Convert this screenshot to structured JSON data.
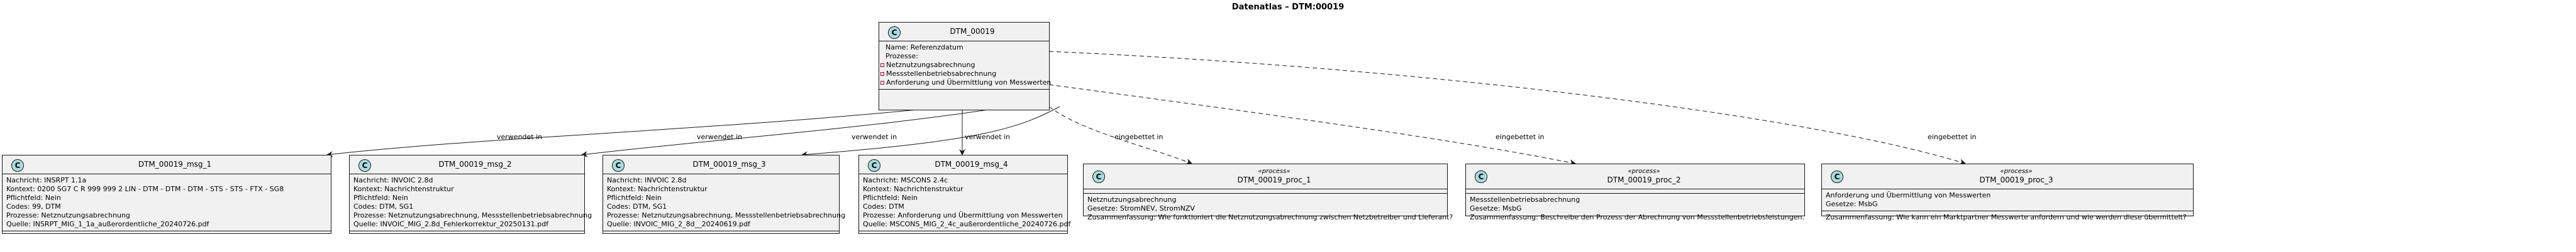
{
  "title": "Datenatlas – DTM:00019",
  "edge_labels": {
    "used_in": "verwendet in",
    "embedded_in": "eingebettet in"
  },
  "root": {
    "circle": "C",
    "name": "DTM_00019",
    "fields": [
      "Name: Referenzdatum",
      "Prozesse:",
      "Netznutzungsabrechnung",
      "Messstellenbetriebsabrechnung",
      "Anforderung und Übermittlung von Messwerten"
    ]
  },
  "messages": [
    {
      "circle": "C",
      "name": "DTM_00019_msg_1",
      "lines": [
        "Nachricht: INSRPT 1.1a",
        "Kontext: 0200   SG7   C   R   999   999   2   LIN - DTM - DTM - DTM - STS - STS - FTX - SG8",
        "Pflichtfeld: Nein",
        "Codes: 99, DTM",
        "Prozesse: Netznutzungsabrechnung",
        "Quelle: INSRPT_MIG_1_1a_außerordentliche_20240726.pdf"
      ]
    },
    {
      "circle": "C",
      "name": "DTM_00019_msg_2",
      "lines": [
        "Nachricht: INVOIC 2.8d",
        "Kontext: Nachrichtenstruktur",
        "Pflichtfeld: Nein",
        "Codes: DTM, SG1",
        "Prozesse: Netznutzungsabrechnung, Messstellenbetriebsabrechnung",
        "Quelle: INVOIC_MIG_2.8d_Fehlerkorrektur_20250131.pdf"
      ]
    },
    {
      "circle": "C",
      "name": "DTM_00019_msg_3",
      "lines": [
        "Nachricht: INVOIC 2.8d",
        "Kontext: Nachrichtenstruktur",
        "Pflichtfeld: Nein",
        "Codes: DTM, SG1",
        "Prozesse: Netznutzungsabrechnung, Messstellenbetriebsabrechnung",
        "Quelle: INVOIC_MIG_2_8d__20240619.pdf"
      ]
    },
    {
      "circle": "C",
      "name": "DTM_00019_msg_4",
      "lines": [
        "Nachricht: MSCONS 2.4c",
        "Kontext: Nachrichtenstruktur",
        "Pflichtfeld: Nein",
        "Codes: DTM",
        "Prozesse: Anforderung und Übermittlung von Messwerten",
        "Quelle: MSCONS_MIG_2_4c_außerordentliche_20240726.pdf"
      ]
    }
  ],
  "processes": [
    {
      "circle": "C",
      "stereotype": "«process»",
      "name": "DTM_00019_proc_1",
      "lines": [
        "Netznutzungsabrechnung",
        "Gesetze: StromNEV, StromNZV",
        "Zusammenfassung: Wie funktioniert die Netznutzungsabrechnung zwischen Netzbetreiber und Lieferant?"
      ]
    },
    {
      "circle": "C",
      "stereotype": "«process»",
      "name": "DTM_00019_proc_2",
      "lines": [
        "Messstellenbetriebsabrechnung",
        "Gesetze: MsbG",
        "Zusammenfassung: Beschreibe den Prozess der Abrechnung von Messstellenbetriebsleistungen."
      ]
    },
    {
      "circle": "C",
      "stereotype": "«process»",
      "name": "DTM_00019_proc_3",
      "lines": [
        "Anforderung und Übermittlung von Messwerten",
        "Gesetze: MsbG",
        "Zusammenfassung: Wie kann ein Marktpartner Messwerte anfordern und wie werden diese übermittelt?"
      ]
    }
  ]
}
